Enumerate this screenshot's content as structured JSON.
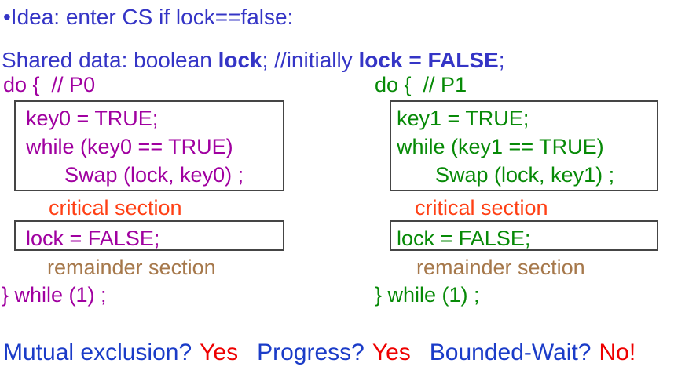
{
  "colors": {
    "blue": "#3535c6",
    "bottom-blue": "#1b3cc8",
    "purple": "#a000a0",
    "green": "#078a07",
    "orange": "#ff4015",
    "brown": "#a6784b",
    "red": "#ee0000",
    "box-border": "#454545"
  },
  "title": "•Idea: enter CS if lock==false:",
  "shared_line": {
    "seg1": "Shared data: boolean ",
    "seg2_bold": "lock",
    "seg3": "; //initially ",
    "seg4_bold": "lock = FALSE",
    "seg5": ";"
  },
  "process_p0": {
    "do_line": "do {  // P0",
    "code_lines": [
      "key0 = TRUE;",
      "while (key0 == TRUE)",
      "Swap (lock, key0) ;"
    ],
    "critical": "critical section",
    "unlock": "lock = FALSE;",
    "remainder": "remainder section",
    "while_line": "} while (1) ;"
  },
  "process_p1": {
    "do_line": "do {  // P1",
    "code_lines": [
      "key1 = TRUE;",
      "while (key1 == TRUE)",
      "Swap (lock, key1) ;"
    ],
    "critical": "critical section",
    "unlock": "lock = FALSE;",
    "remainder": "remainder section",
    "while_line": "} while (1) ;"
  },
  "footer": {
    "q1": "Mutual exclusion?",
    "a1": "Yes",
    "q2": "Progress?",
    "a2": "Yes",
    "q3": "Bounded-Wait?",
    "a3": "No!"
  }
}
